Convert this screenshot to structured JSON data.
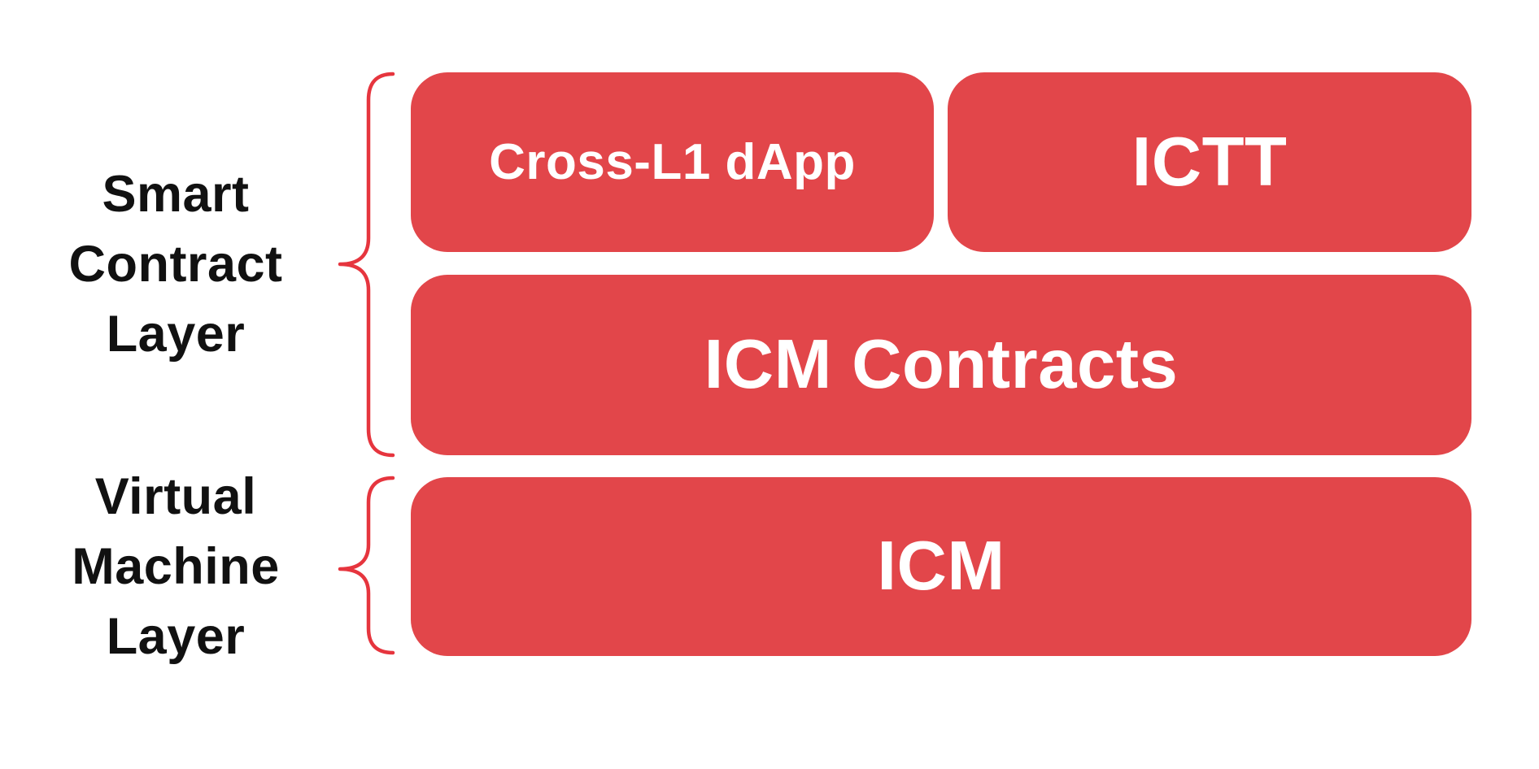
{
  "diagram": {
    "colors": {
      "background": "#ffffff",
      "box_red": "#e2464a",
      "brace_red": "#e6353e",
      "box_text_white": "#ffffff",
      "label_black": "#111111"
    },
    "layers": [
      {
        "name": "Smart Contract Layer",
        "label_lines": [
          "Smart",
          "Contract",
          "Layer"
        ],
        "box_labels": [
          "Cross-L1 dApp",
          "ICTT",
          "ICM Contracts"
        ]
      },
      {
        "name": "Virtual Machine Layer",
        "label_lines": [
          "Virtual",
          "Machine",
          "Layer"
        ],
        "box_labels": [
          "ICM"
        ]
      }
    ],
    "boxes": {
      "cross_l1_dapp": "Cross-L1 dApp",
      "ictt": "ICTT",
      "icm_contracts": "ICM Contracts",
      "icm": "ICM"
    }
  }
}
